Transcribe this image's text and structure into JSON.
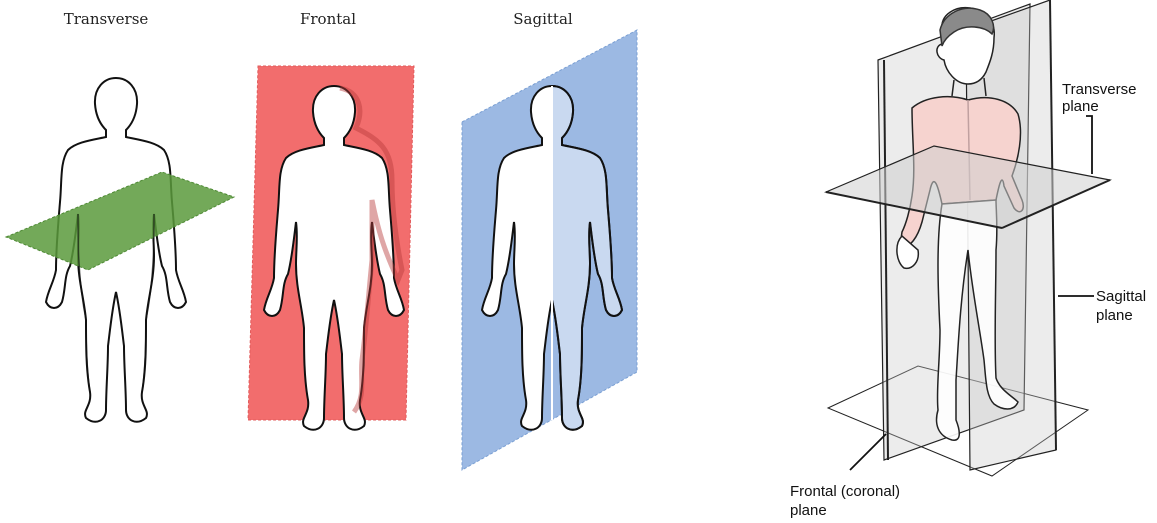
{
  "left_panel": {
    "titles": {
      "transverse": "Transverse",
      "frontal": "Frontal",
      "sagittal": "Sagittal"
    },
    "colors": {
      "transverse_plane": "#5a9a3c",
      "frontal_plane": "#f26d6d",
      "sagittal_plane": "#9cb9e3"
    }
  },
  "right_panel": {
    "labels": {
      "transverse_line1": "Transverse",
      "transverse_line2": "plane",
      "sagittal_line1": "Sagittal",
      "sagittal_line2": "plane",
      "frontal_line1": "Frontal (coronal)",
      "frontal_line2": "plane"
    },
    "colors": {
      "torso_tint": "#f6d3cf",
      "plane_tint": "#c9c9c9"
    }
  }
}
